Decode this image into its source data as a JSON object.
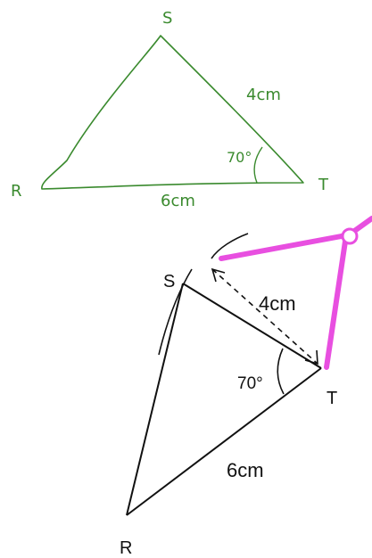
{
  "sketch": {
    "labels": {
      "S": "S",
      "R": "R",
      "T": "T",
      "side_ST": "4cm",
      "side_RT": "6cm",
      "angle_T": "70°"
    },
    "color": "#3a8a2e"
  },
  "construction": {
    "labels": {
      "S": "S",
      "R": "R",
      "T": "T",
      "side_ST": "4cm",
      "side_RT": "6cm",
      "angle_T": "70°"
    },
    "line_color": "#111111",
    "compass_color": "#e84fe0"
  }
}
